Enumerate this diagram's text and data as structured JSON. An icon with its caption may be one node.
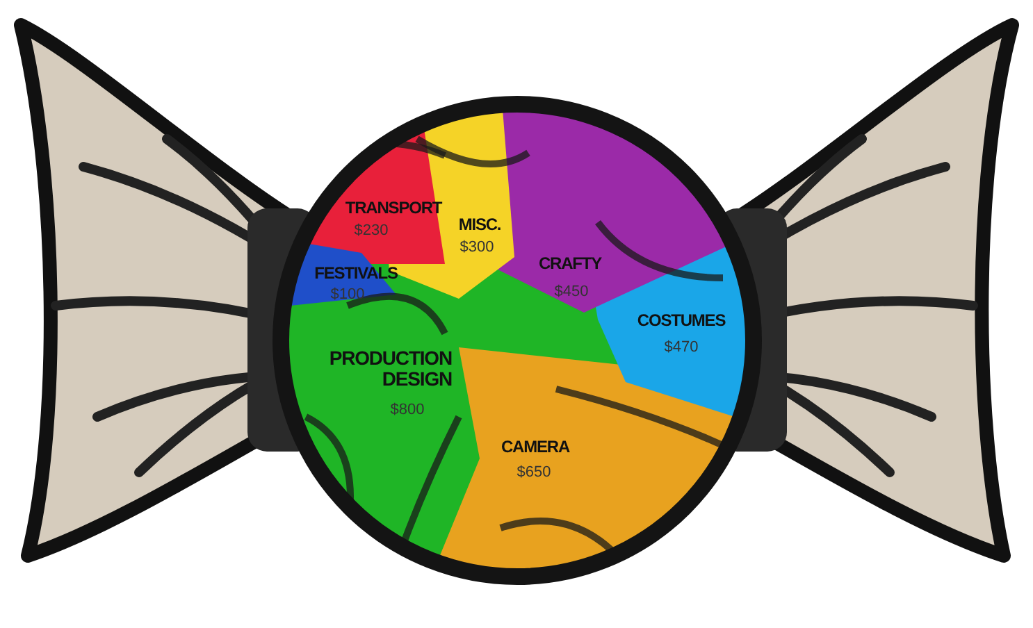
{
  "diagram": {
    "labels": [
      "TRANSPORT",
      "$230",
      "MISC.",
      "$300",
      "CRAFTY",
      "$450",
      "FESTIVALS",
      "$100",
      "COSTUMES",
      "$470",
      "PRODUCTION DESIGN",
      "$800",
      "CAMERA",
      "$650"
    ]
  }
}
